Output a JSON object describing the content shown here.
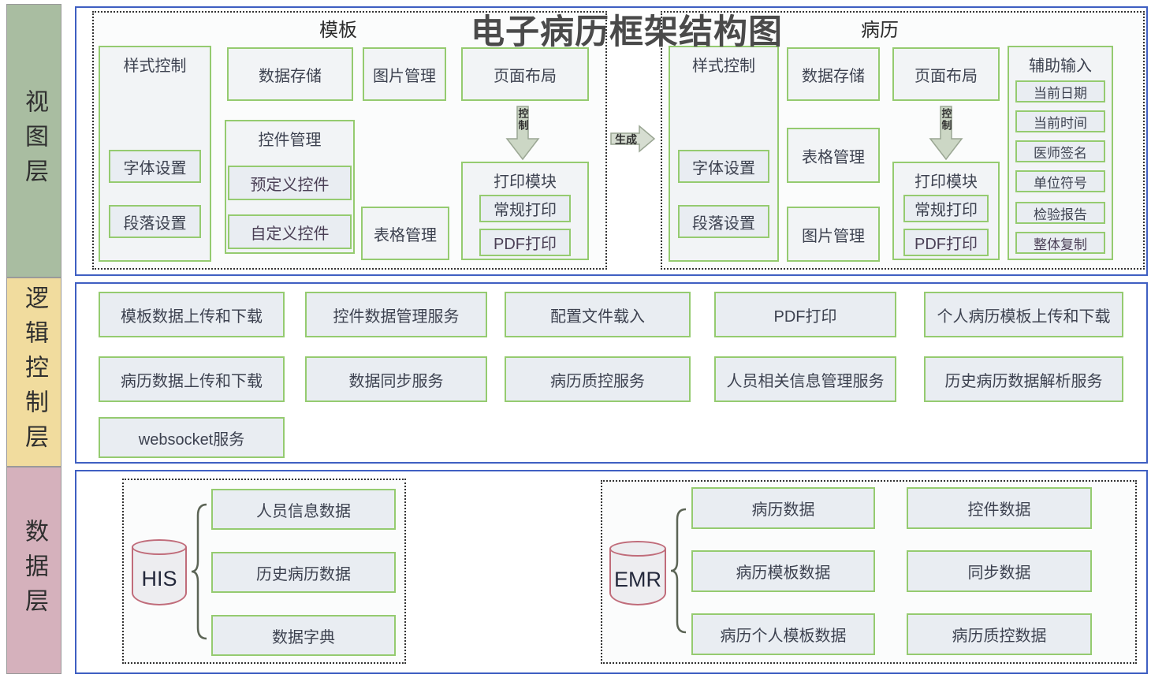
{
  "title": "电子病历框架结构图",
  "layers": {
    "view": "视图层",
    "logic": "逻辑控制层",
    "data": "数据层"
  },
  "view_layer": {
    "template_group": {
      "label": "模板",
      "style_control": {
        "title": "样式控制",
        "font": "字体设置",
        "paragraph": "段落设置"
      },
      "data_storage": "数据存储",
      "image_management": "图片管理",
      "page_layout": "页面布局",
      "control_management": {
        "title": "控件管理",
        "predefined": "预定义控件",
        "custom": "自定义控件"
      },
      "table_management": "表格管理",
      "control_arrow": "控制",
      "print_module": {
        "title": "打印模块",
        "regular": "常规打印",
        "pdf": "PDF打印"
      }
    },
    "generate_arrow": "生成",
    "record_group": {
      "label": "病历",
      "style_control": {
        "title": "样式控制",
        "font": "字体设置",
        "paragraph": "段落设置"
      },
      "data_storage": "数据存储",
      "table_management": "表格管理",
      "image_management": "图片管理",
      "page_layout": "页面布局",
      "control_arrow": "控制",
      "print_module": {
        "title": "打印模块",
        "regular": "常规打印",
        "pdf": "PDF打印"
      },
      "aux_input": {
        "title": "辅助输入",
        "items": [
          "当前日期",
          "当前时间",
          "医师签名",
          "单位符号",
          "检验报告",
          "整体复制"
        ]
      }
    }
  },
  "logic_layer": {
    "row1": [
      "模板数据上传和下载",
      "控件数据管理服务",
      "配置文件载入",
      "PDF打印",
      "个人病历模板上传和下载"
    ],
    "row2": [
      "病历数据上传和下载",
      "数据同步服务",
      "病历质控服务",
      "人员相关信息管理服务",
      "历史病历数据解析服务"
    ],
    "row3": [
      "websocket服务"
    ]
  },
  "data_layer": {
    "his": {
      "name": "HIS",
      "items": [
        "人员信息数据",
        "历史病历数据",
        "数据字典"
      ]
    },
    "emr": {
      "name": "EMR",
      "items": [
        "病历数据",
        "病历模板数据",
        "病历个人模板数据"
      ]
    },
    "emr_extra": [
      "控件数据",
      "同步数据",
      "病历质控数据"
    ]
  },
  "colors": {
    "view_band": "#a9bda1",
    "logic_band": "#f1dc9e",
    "data_band": "#d5b1bc",
    "section_border": "#3f5fc2",
    "box_border": "#95cb70",
    "cylinder_border": "#c06c7a",
    "arrow_fill": "#ccd7c5"
  }
}
